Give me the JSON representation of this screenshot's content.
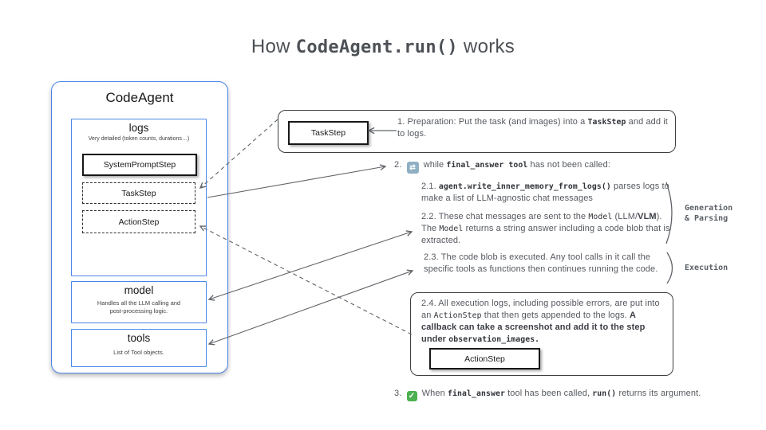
{
  "title": {
    "prefix": "How ",
    "code": "CodeAgent.run()",
    "suffix": " works"
  },
  "colors": {
    "accent_blue": "#4a86e8",
    "line_gray": "#5f6368",
    "loop_icon_bg": "#8fafc2",
    "check_icon_bg": "#4caf50"
  },
  "agent_panel": {
    "title": "CodeAgent",
    "logs": {
      "title": "logs",
      "subtitle": "Very detailed (token counts, durations…)",
      "steps": [
        {
          "label": "SystemPromptStep",
          "style": "solid"
        },
        {
          "label": "TaskStep",
          "style": "dashed"
        },
        {
          "label": "ActionStep",
          "style": "dashed"
        }
      ]
    },
    "model": {
      "title": "model",
      "subtitle_line1": "Handles all the LLM calling and",
      "subtitle_line2": "post-processing logic."
    },
    "tools": {
      "title": "tools",
      "subtitle": "List of Tool objects."
    }
  },
  "step1": {
    "chip": "TaskStep",
    "t1": "1.  Preparation: Put the task (and images) into a ",
    "code": "TaskStep",
    "t2": " and add it to logs."
  },
  "step2": {
    "num": "2.",
    "icon": "⇄",
    "t1": "while ",
    "code": "final_answer tool",
    "t2": " has not been called:"
  },
  "step21": {
    "t1": "2.1. ",
    "code": "agent.write_inner_memory_from_logs()",
    "t2": " parses logs to make a list of LLM-agnostic chat messages"
  },
  "step22": {
    "t1": "2.2. These chat messages are sent to the ",
    "code1": "Model",
    "t2": " (LLM/",
    "bold": "VLM",
    "t3": "). The ",
    "code2": "Model",
    "t4": "  returns a string answer including a code blob that is extracted."
  },
  "step23": {
    "t1": "2.3. The code blob is executed. Any tool calls in it call the specific tools as functions then continues running the code."
  },
  "step24": {
    "t1": "2.4. All execution logs, including possible errors, are put into an ",
    "code1": "ActionStep",
    "t2": " that then gets appended to the logs. ",
    "bold": "A callback can  take a screenshot and add it to the step under ",
    "code2": "observation_images.",
    "chip": "ActionStep"
  },
  "step3": {
    "num": "3. ",
    "icon": "✓",
    "t1": " When ",
    "code1": "final_answer",
    "t2": " tool has been called, ",
    "code2": "run()",
    "t3": " returns its argument."
  },
  "side_labels": {
    "generation_line1": "Generation",
    "generation_line2": "& Parsing",
    "execution": "Execution"
  }
}
